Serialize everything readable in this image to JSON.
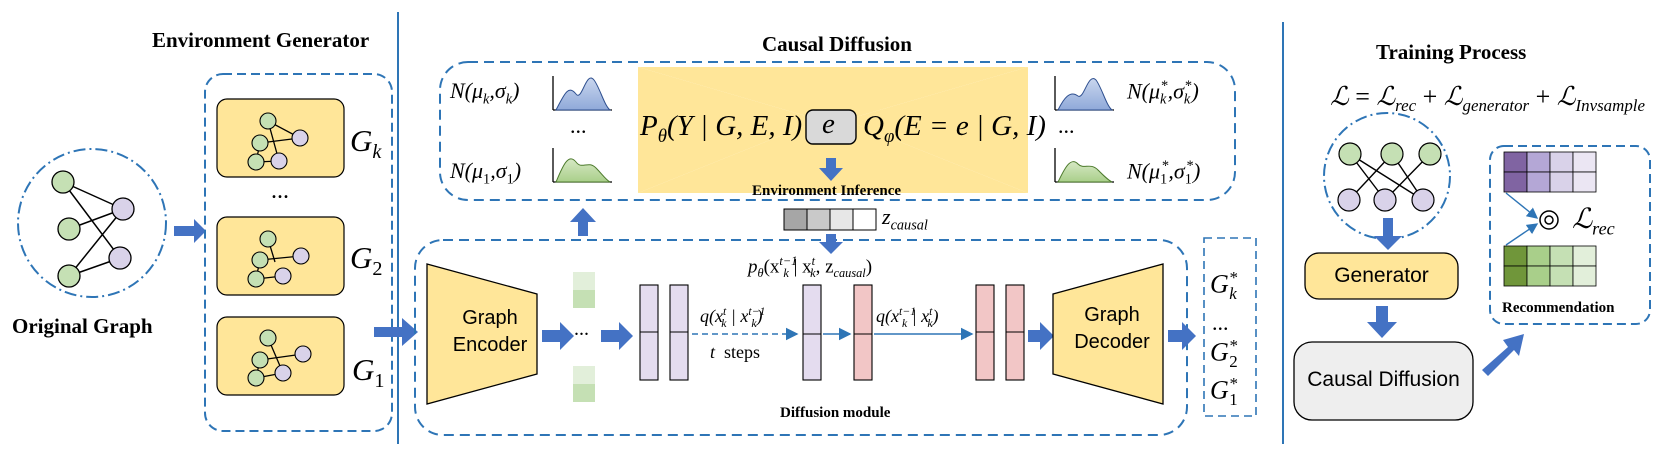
{
  "env_generator": {
    "title": "Environment Generator",
    "original_graph_label": "Original Graph",
    "graphs": [
      {
        "main": "G",
        "sub": "k"
      },
      {
        "main": "G",
        "sub": "2"
      },
      {
        "main": "G",
        "sub": "1"
      }
    ],
    "ellipsis": "..."
  },
  "causal_diffusion": {
    "title": "Causal Diffusion",
    "left_dists": {
      "top": "N(μ",
      "top_sub": "k",
      "top_mid": ",σ",
      "top_sub2": "k",
      "top_end": ")",
      "bottom": "N(μ",
      "bottom_sub": "1",
      "bottom_mid": ",σ",
      "bottom_sub2": "1",
      "bottom_end": ")"
    },
    "right_dists": {
      "top": "N(μ",
      "top_sub": "k",
      "top_sup": "*",
      "top_mid": ",σ",
      "top_sub2": "k",
      "top_sup2": "*",
      "top_end": ")",
      "bottom": "N(μ",
      "bottom_sub": "1",
      "bottom_sup": "*",
      "bottom_mid": ",σ",
      "bottom_sub2": "1",
      "bottom_sup2": "*",
      "bottom_end": ")"
    },
    "dots": "...",
    "p_theta": "P",
    "p_theta_sub": "θ",
    "p_theta_args": "(Y | G, E, I)",
    "e_label": "e",
    "q_phi": "Q",
    "q_phi_sub": "φ",
    "q_phi_args": "(E = e | G, I)",
    "env_inference": "Environment Inference",
    "z_causal": "z",
    "z_causal_sub": "causal",
    "p_reverse": "p",
    "p_reverse_sub": "θ",
    "p_reverse_args": "(x",
    "p_reverse_args_sup": "t−1",
    "p_reverse_args_sub": "k",
    "p_reverse_args2": " | x",
    "p_reverse_args2_sup": "t",
    "p_reverse_args2_sub": "k",
    "p_reverse_args3": ", z",
    "p_reverse_args3_sub": "causal",
    "p_reverse_end": ")",
    "graph_encoder": "Graph\nEncoder",
    "graph_decoder": "Graph\nDecoder",
    "q_forward_1": "q(x",
    "q_forward_1_sup": "t",
    "q_forward_1_sub": "k",
    "q_forward_1_mid": " | x",
    "q_forward_1_sup2": "t−1",
    "q_forward_1_sub2": "k",
    "q_forward_1_end": ")",
    "t_steps_t": "t",
    "t_steps": "steps",
    "q_forward_2": "q(x",
    "q_forward_2_sup": "t−1",
    "q_forward_2_sub": "k",
    "q_forward_2_mid": " | x",
    "q_forward_2_sup2": "t",
    "q_forward_2_sub2": "k",
    "q_forward_2_end": ")",
    "diffusion_module": "Diffusion module",
    "out_graphs": [
      {
        "main": "G",
        "sub": "k",
        "sup": "*"
      },
      {
        "main": "G",
        "sub": "2",
        "sup": "*"
      },
      {
        "main": "G",
        "sub": "1",
        "sup": "*"
      }
    ],
    "out_dots": "..."
  },
  "training": {
    "title": "Training Process",
    "loss": {
      "L": "ℒ",
      "eq": " = ",
      "t1": "ℒ",
      "t1_sub": "rec",
      "plus": " + ",
      "t2": "ℒ",
      "t2_sub": "generator",
      "t3": "ℒ",
      "t3_sub": "Invsample"
    },
    "generator": "Generator",
    "causal_diffusion": "Causal Diffusion",
    "recommendation": "Recommendation",
    "rec_loss": "ℒ",
    "rec_loss_sub": "rec"
  },
  "colors": {
    "blue_dash": "#2e75b6",
    "arrow_blue": "#4472c4",
    "yellow": "#ffe699",
    "node_green": "#c5e0b4",
    "node_purple": "#d9d2e9",
    "lavender": "#e4dcef",
    "pink": "#f2c6c6",
    "dark_purple": "#8064a2",
    "dark_green": "#70963a"
  }
}
